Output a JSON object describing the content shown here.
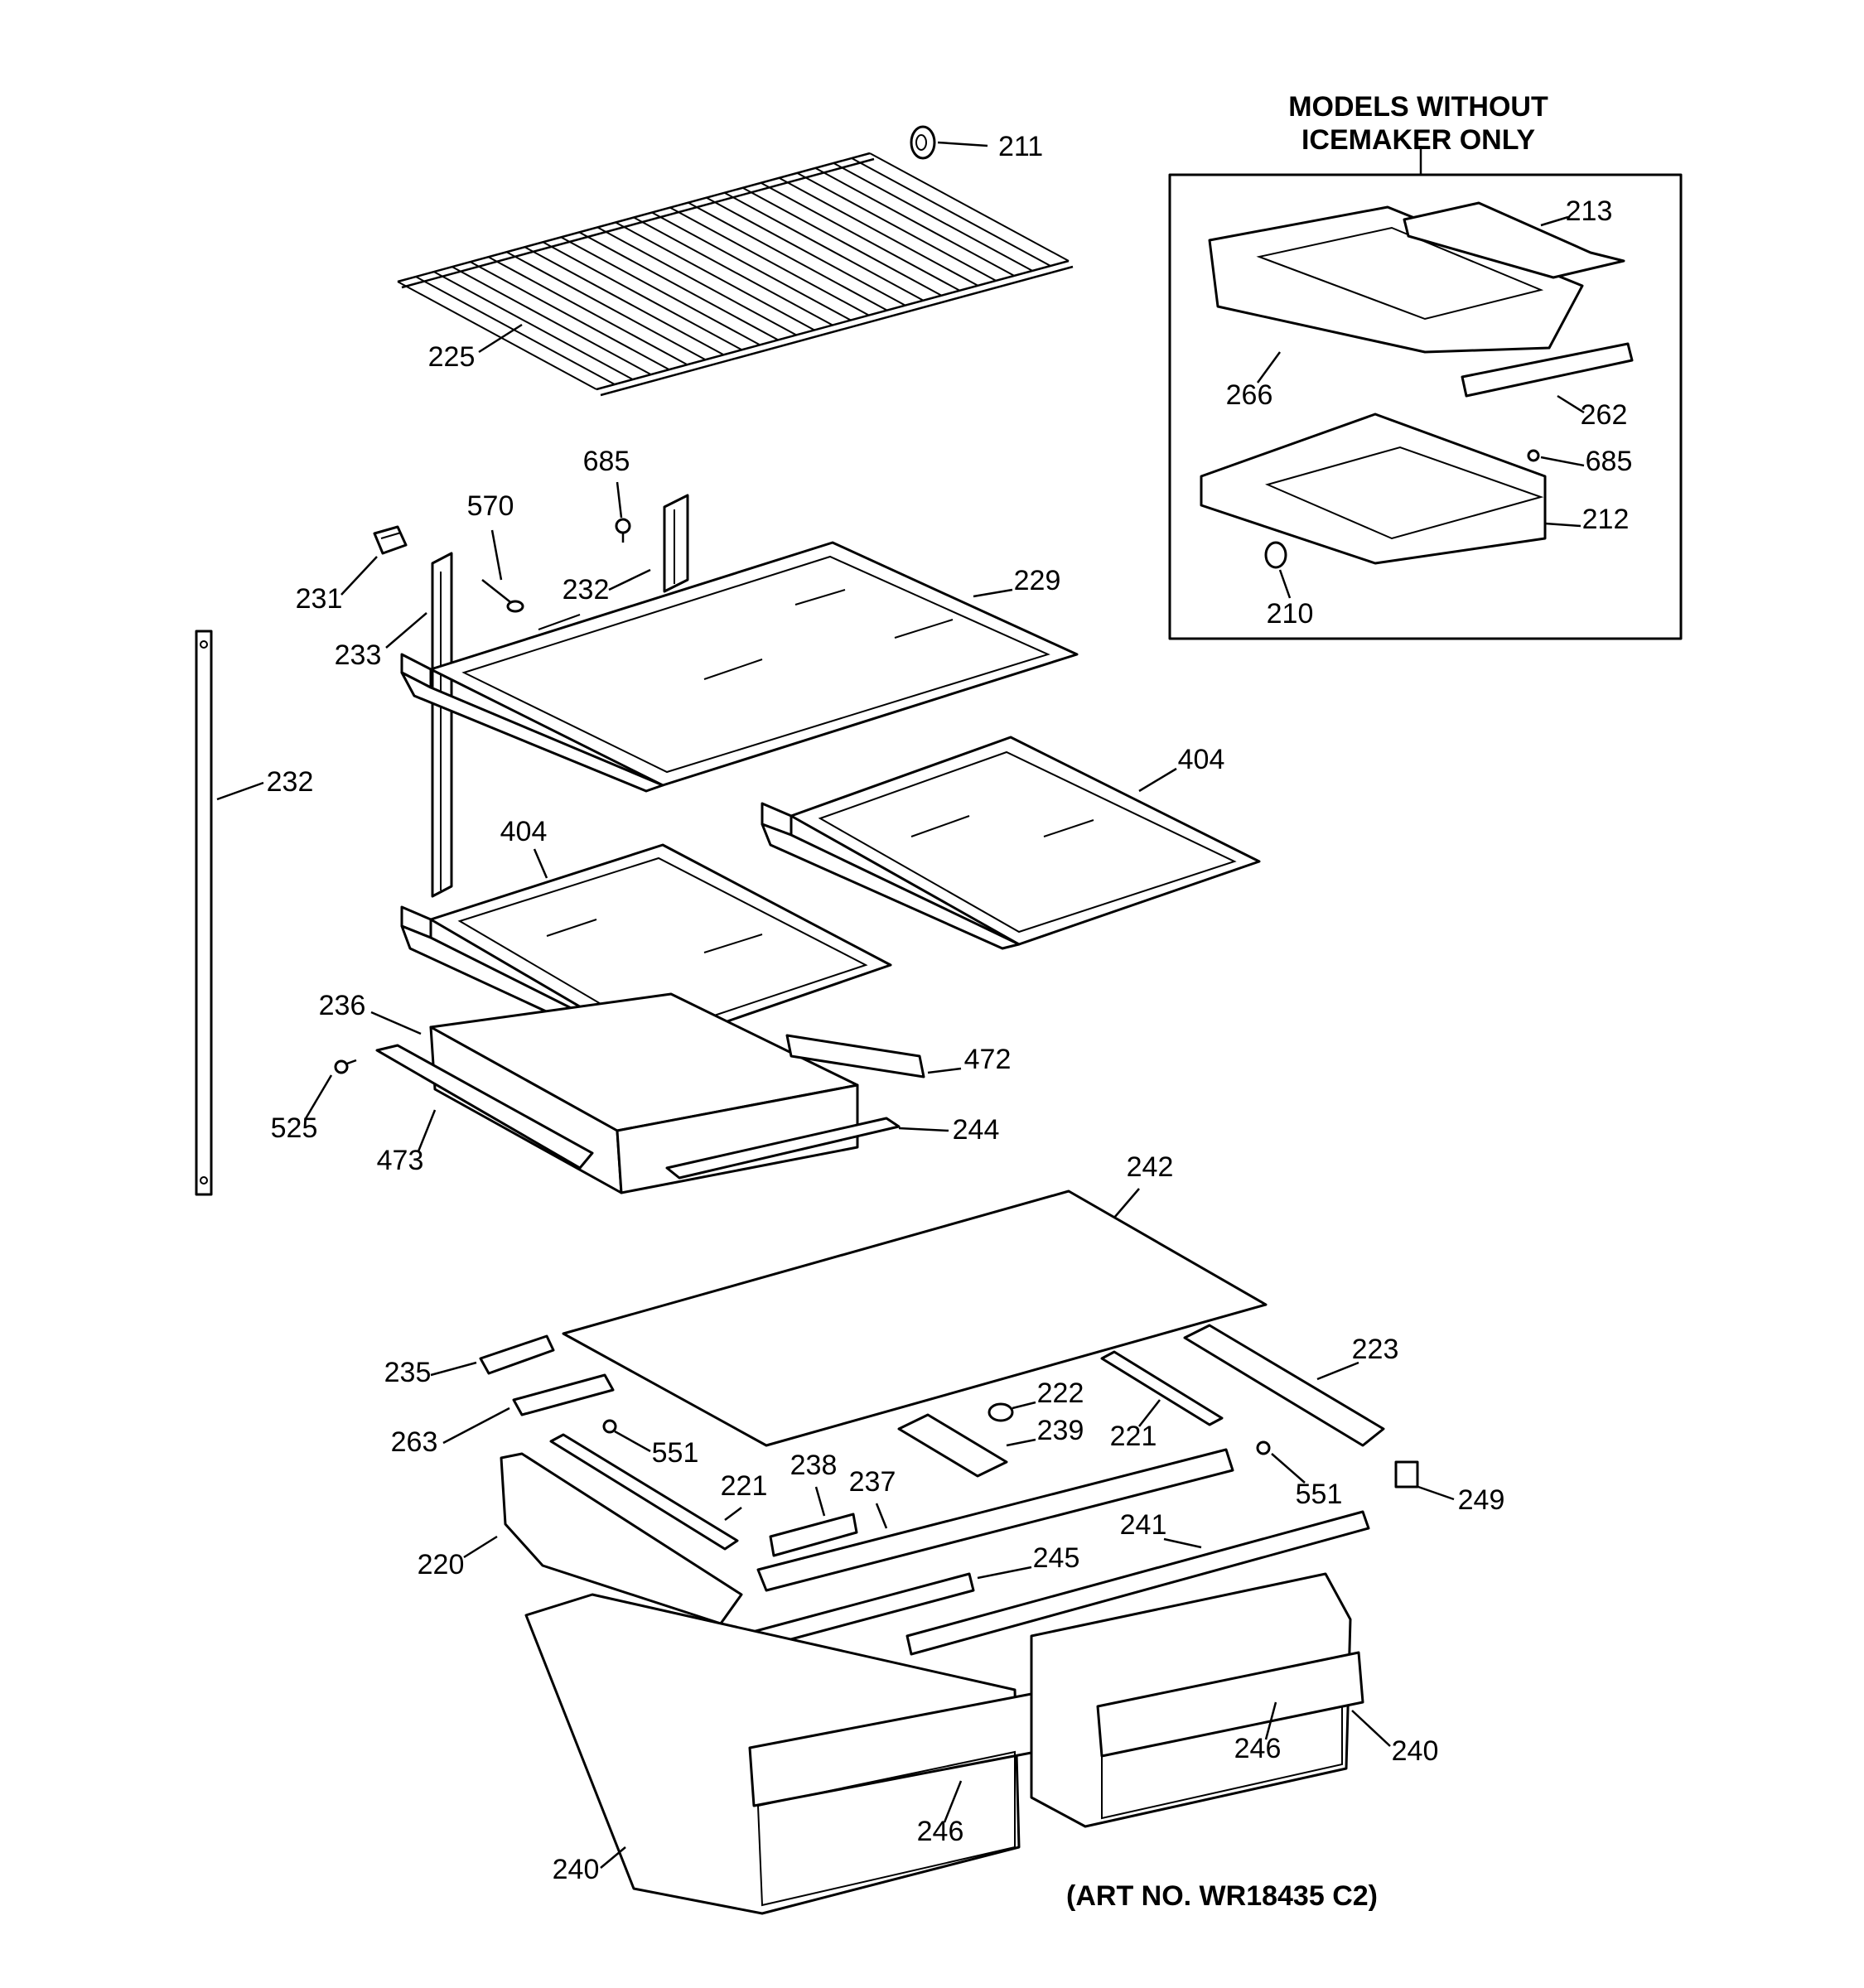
{
  "inset": {
    "title_line1": "MODELS WITHOUT",
    "title_line2": "ICEMAKER ONLY"
  },
  "art_number": "(ART NO. WR18435 C2)",
  "parts": [
    {
      "id": "p211",
      "label": "211"
    },
    {
      "id": "p225",
      "label": "225"
    },
    {
      "id": "p685a",
      "label": "685"
    },
    {
      "id": "p570",
      "label": "570"
    },
    {
      "id": "p231",
      "label": "231"
    },
    {
      "id": "p232a",
      "label": "232"
    },
    {
      "id": "p233",
      "label": "233"
    },
    {
      "id": "p229",
      "label": "229"
    },
    {
      "id": "p232b",
      "label": "232"
    },
    {
      "id": "p404a",
      "label": "404"
    },
    {
      "id": "p404b",
      "label": "404"
    },
    {
      "id": "p236",
      "label": "236"
    },
    {
      "id": "p472",
      "label": "472"
    },
    {
      "id": "p525",
      "label": "525"
    },
    {
      "id": "p473",
      "label": "473"
    },
    {
      "id": "p244",
      "label": "244"
    },
    {
      "id": "p242",
      "label": "242"
    },
    {
      "id": "p235",
      "label": "235"
    },
    {
      "id": "p263",
      "label": "263"
    },
    {
      "id": "p551a",
      "label": "551"
    },
    {
      "id": "p222",
      "label": "222"
    },
    {
      "id": "p239",
      "label": "239"
    },
    {
      "id": "p221a",
      "label": "221"
    },
    {
      "id": "p223",
      "label": "223"
    },
    {
      "id": "p551b",
      "label": "551"
    },
    {
      "id": "p249",
      "label": "249"
    },
    {
      "id": "p238",
      "label": "238"
    },
    {
      "id": "p237",
      "label": "237"
    },
    {
      "id": "p221b",
      "label": "221"
    },
    {
      "id": "p220",
      "label": "220"
    },
    {
      "id": "p241",
      "label": "241"
    },
    {
      "id": "p245",
      "label": "245"
    },
    {
      "id": "p246a",
      "label": "246"
    },
    {
      "id": "p240a",
      "label": "240"
    },
    {
      "id": "p246b",
      "label": "246"
    },
    {
      "id": "p240b",
      "label": "240"
    },
    {
      "id": "p213",
      "label": "213"
    },
    {
      "id": "p266",
      "label": "266"
    },
    {
      "id": "p262",
      "label": "262"
    },
    {
      "id": "p685b",
      "label": "685"
    },
    {
      "id": "p212",
      "label": "212"
    },
    {
      "id": "p210",
      "label": "210"
    }
  ]
}
